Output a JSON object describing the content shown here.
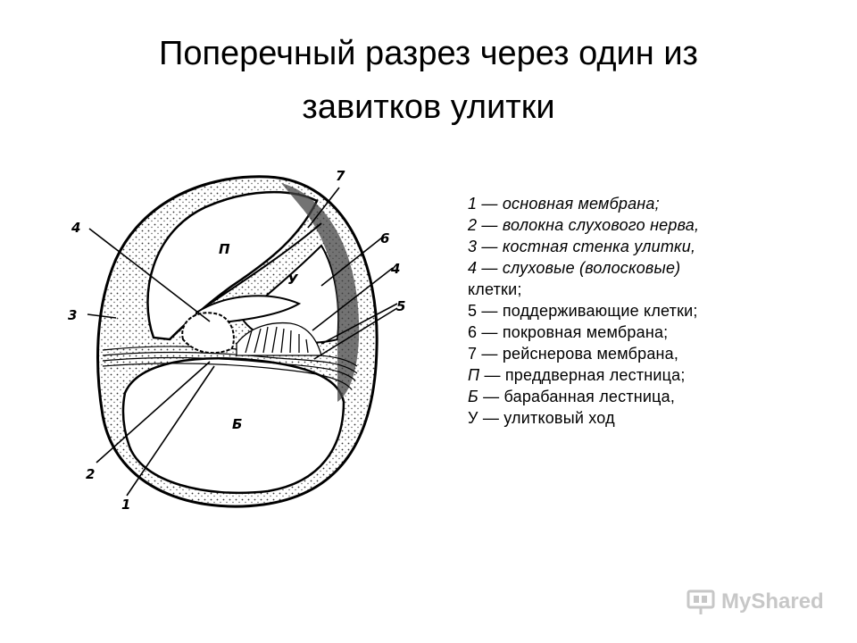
{
  "title": {
    "line1": "Поперечный разрез через один из",
    "line2": "завитков улитки"
  },
  "diagram": {
    "labels": {
      "n1": "1",
      "n2": "2",
      "n3": "3",
      "n4_left": "4",
      "n4_right": "4",
      "n5": "5",
      "n6": "6",
      "n7": "7",
      "P": "П",
      "U": "У",
      "B": "Б"
    }
  },
  "legend": [
    {
      "key": "1",
      "text": " — основная мембрана;",
      "italic": true
    },
    {
      "key": "2",
      "text": " — волокна слухового нерва,",
      "italic": true
    },
    {
      "key": "3",
      "text": " — костная стенка улитки,",
      "italic": true
    },
    {
      "key": "4",
      "text": " — слуховые (волосковые)",
      "italic": true
    },
    {
      "key": "",
      "text": "клетки;",
      "italic": false
    },
    {
      "key": "5",
      "text": " — поддерживающие клетки;",
      "italic": false
    },
    {
      "key": "6",
      "text": " — покровная мембрана;",
      "italic": false
    },
    {
      "key": "7",
      "text": " — рейснерова мембрана,",
      "italic": false
    },
    {
      "key": "П",
      "text": " — преддверная лестница;",
      "italic": true
    },
    {
      "key": "Б",
      "text": " — барабанная лестница,",
      "italic": true
    },
    {
      "key": "У",
      "text": " — улитковый ход",
      "italic": false
    }
  ],
  "watermark": {
    "text": "MyShared",
    "icon": "projector-screen-icon"
  }
}
